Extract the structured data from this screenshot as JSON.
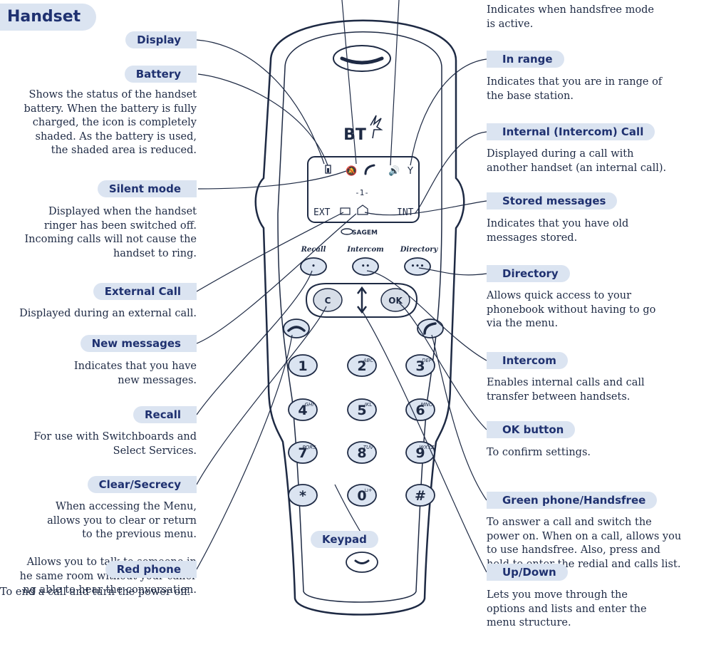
{
  "title": "Handset",
  "left": [
    {
      "label": "Display",
      "desc": ""
    },
    {
      "label": "Battery",
      "desc": "Shows the status of the handset\nbattery. When the battery is fully\ncharged, the icon is completely\nshaded. As the battery is used,\nthe shaded area is reduced."
    },
    {
      "label": "Silent mode",
      "desc": "Displayed when the handset\nringer has been switched off.\nIncoming calls will not cause the\nhandset to ring."
    },
    {
      "label": "External Call",
      "desc": "Displayed during an external call."
    },
    {
      "label": "New messages",
      "desc": "Indicates that you have\nnew messages."
    },
    {
      "label": "Recall",
      "desc": "For use with Switchboards and\nSelect Services."
    },
    {
      "label": "Clear/Secrecy",
      "desc": "When accessing the Menu,\nallows you to clear or return\nto the previous menu.\n\nAllows you to talk to someone in\nhe same room without your caller\nng able to hear the conversation."
    },
    {
      "label": "Red phone",
      "desc": "To end a call and turn the power off."
    }
  ],
  "right": [
    {
      "label": "",
      "desc": "Indicates when handsfree mode\nis active."
    },
    {
      "label": "In range",
      "desc": "Indicates that you are in range of\nthe base station."
    },
    {
      "label": "Internal (Intercom) Call",
      "desc": "Displayed during a call with\nanother handset (an internal call)."
    },
    {
      "label": "Stored messages",
      "desc": "Indicates that you have old\nmessages stored."
    },
    {
      "label": "Directory",
      "desc": "Allows quick access to your\nphonebook without having to go\nvia the menu."
    },
    {
      "label": "Intercom",
      "desc": "Enables internal calls and call\ntransfer between handsets."
    },
    {
      "label": "OK button",
      "desc": "To confirm settings."
    },
    {
      "label": "Green phone/Handsfree",
      "desc": "To answer a call and switch the\npower on. When on a call, allows you\nto use handsfree. Also, press and\nhold to enter the redial and calls list."
    },
    {
      "label": "Up/Down",
      "desc": "Lets you move through the\noptions and lists and enter the\nmenu structure."
    }
  ],
  "keypad_label": "Keypad",
  "phone": {
    "brand": "BT",
    "maker": "SAGEM",
    "display": {
      "line2": "-1-",
      "ext": "EXT",
      "int": "INT"
    },
    "soft_labels": [
      "Recall",
      "Intercom",
      "Directory"
    ],
    "nav": {
      "clear": "C",
      "ok": "OK"
    },
    "keys": [
      {
        "digit": "1",
        "sub": ""
      },
      {
        "digit": "2",
        "sub": "ABC"
      },
      {
        "digit": "3",
        "sub": "DEF"
      },
      {
        "digit": "4",
        "sub": "GHI"
      },
      {
        "digit": "5",
        "sub": "JKL"
      },
      {
        "digit": "6",
        "sub": "MNO"
      },
      {
        "digit": "7",
        "sub": "PQRS"
      },
      {
        "digit": "8",
        "sub": "TUV"
      },
      {
        "digit": "9",
        "sub": "WXYZ"
      },
      {
        "digit": "*",
        "sub": ""
      },
      {
        "digit": "0",
        "sub": "⊔+"
      },
      {
        "digit": "#",
        "sub": ""
      }
    ]
  },
  "colors": {
    "label_bg": "#dbe4f1",
    "label_text": "#1f3170",
    "line": "#1e2a44"
  }
}
